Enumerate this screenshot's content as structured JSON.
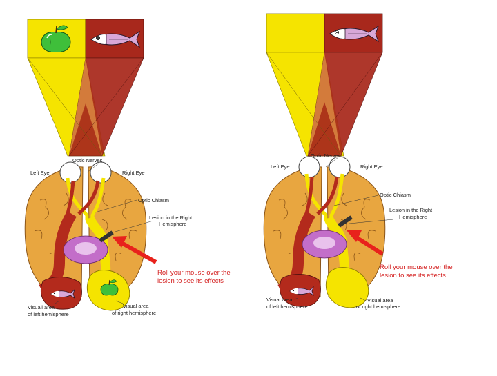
{
  "colors": {
    "left_field": "#f5e400",
    "right_field": "#a8281c",
    "brain": "#e8a640",
    "brain_outline": "#8a5418",
    "pathway_yellow": "#f5e400",
    "pathway_red": "#b32a1c",
    "thalamus": "#c36ec9",
    "arrow": "#e8221c",
    "hint_text": "#d41f1f",
    "apple": "#3fbf3a",
    "fish": "#d8a8d8"
  },
  "icons": {
    "apple": "apple-icon",
    "fish": "fish-icon"
  },
  "panels": [
    {
      "labels": {
        "optic_nerves": "Optic Nerves",
        "left_eye": "Left Eye",
        "right_eye": "Right Eye",
        "optic_chiasm": "Optic Chiasm",
        "lesion_line1": "Lesion in the Right",
        "lesion_line2": "Hemisphere",
        "hint_line1": "Roll your mouse over the",
        "hint_line2": "lesion to see its effects",
        "visual_left_line1": "Visuall area",
        "visual_left_line2": "of left hemisphere",
        "visual_right_line1": "Visual area",
        "visual_right_line2": "of right hemisphere"
      }
    },
    {
      "labels": {
        "optic_nerves": "Optic Nerves",
        "left_eye": "Left Eye",
        "right_eye": "Right Eye",
        "optic_chiasm": "Optic Chiasm",
        "lesion_line1": "Lesion in the Right",
        "lesion_line2": "Hemisphere",
        "hint_line1": "Roll your mouse over the",
        "hint_line2": "lesion to see its effects",
        "visual_left_line1": "Visual area",
        "visual_left_line2": "of left hemisphere",
        "visual_right_line1": "Visual area",
        "visual_right_line2": "of right hemisphere"
      }
    }
  ]
}
